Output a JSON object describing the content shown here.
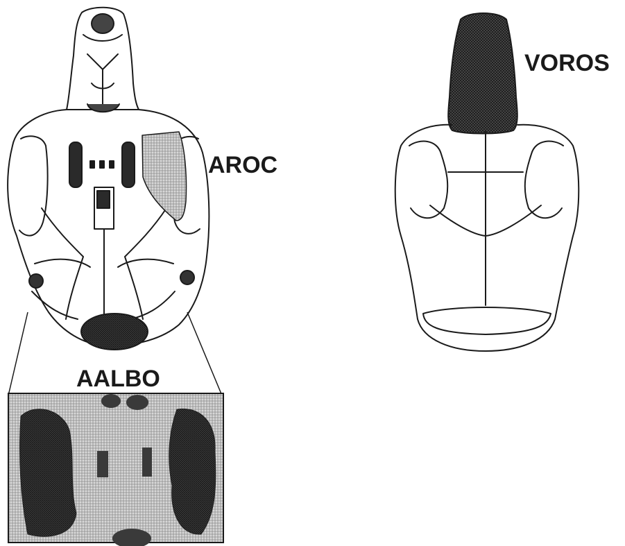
{
  "labels": {
    "aroc": "AROC",
    "voros": "VOROS",
    "aalbo": "AALBO"
  },
  "colors": {
    "ink": "#1a1a1a",
    "hatch_dark": "#3a3a3a",
    "hatch_light": "#bdbdbd",
    "background": "#ffffff"
  }
}
